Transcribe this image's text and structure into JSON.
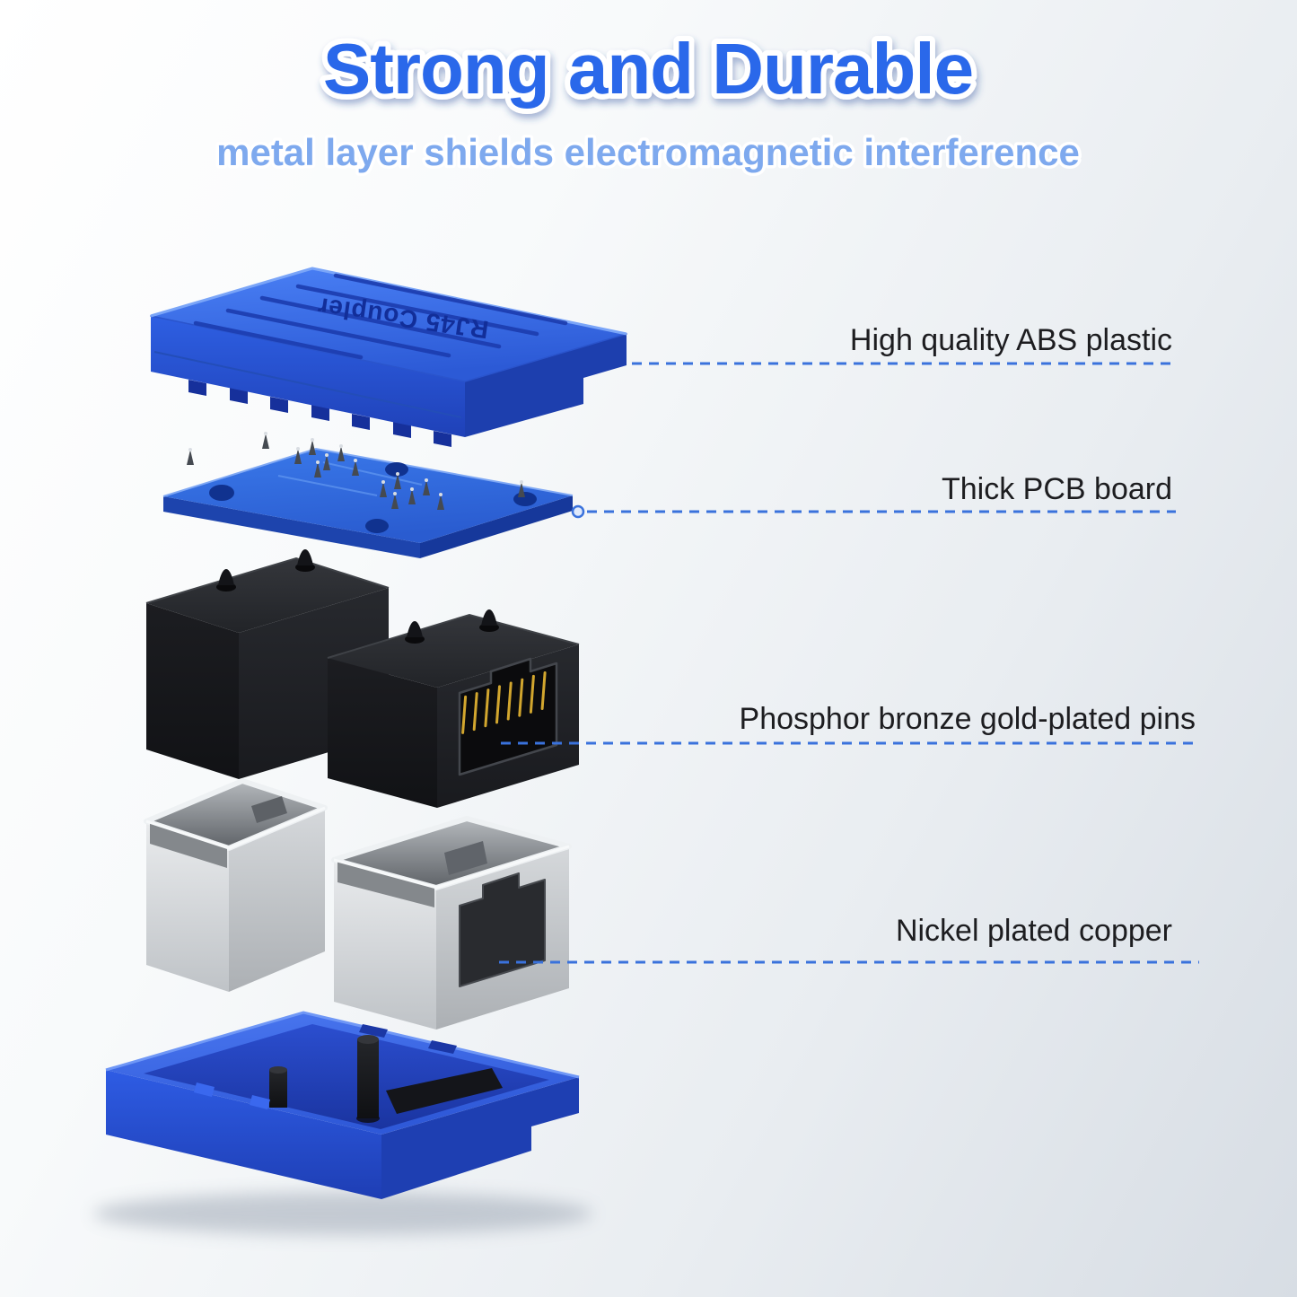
{
  "header": {
    "title": "Strong and Durable",
    "subtitle": "metal layer shields electromagnetic interference"
  },
  "annotations": [
    {
      "label": "High quality ABS plastic",
      "target": "top-cover"
    },
    {
      "label": "Thick PCB board",
      "target": "pcb-board"
    },
    {
      "label": "Phosphor bronze gold-plated pins",
      "target": "rj45-port-pins"
    },
    {
      "label": "Nickel plated copper",
      "target": "metal-shield"
    }
  ],
  "diagram": {
    "cover_engraving": "RJ45 Coupler"
  },
  "colors": {
    "title_blue": "#2a68ea",
    "subtitle_blue": "#7ea9ee",
    "leader_blue": "#3a72dc",
    "label_text": "#1d1d20",
    "abs_plastic_blue": "#2f63e6",
    "housing_black": "#1b1c20",
    "metal_silver": "#d6d9dc",
    "pin_gold": "#d2a62e"
  }
}
